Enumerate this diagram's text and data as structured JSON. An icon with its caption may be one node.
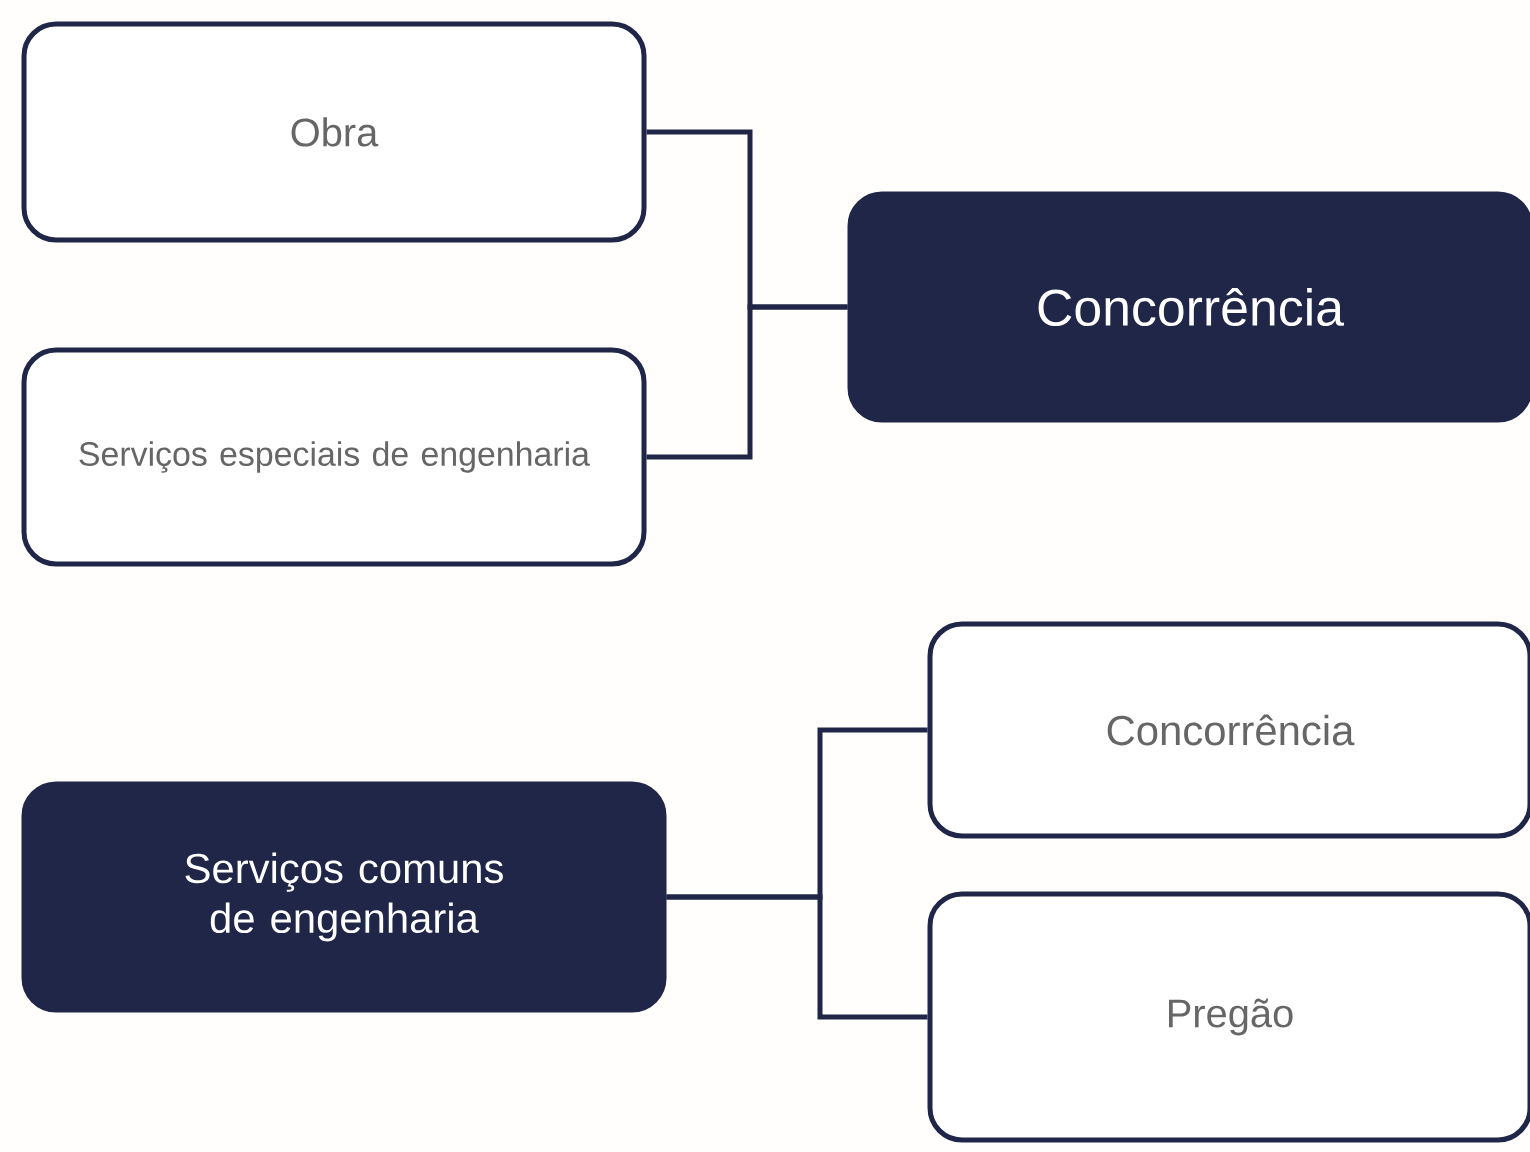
{
  "diagram": {
    "nodes": [
      {
        "text": [
          "Obra"
        ]
      },
      {
        "text": [
          "Serviços especiais de engenharia"
        ]
      },
      {
        "text": [
          "Concorrência"
        ]
      },
      {
        "text": [
          "Serviços comuns de engenharia"
        ]
      },
      {
        "text": [
          "Concorrência"
        ]
      },
      {
        "text": [
          "Pregão"
        ]
      }
    ],
    "edges": [
      {
        "from": 0,
        "to": 2,
        "arrow": "none"
      },
      {
        "from": 1,
        "to": 2,
        "arrow": "none"
      },
      {
        "from": 3,
        "to": 4,
        "arrow": "none"
      },
      {
        "from": 3,
        "to": 5,
        "arrow": "none"
      }
    ]
  }
}
